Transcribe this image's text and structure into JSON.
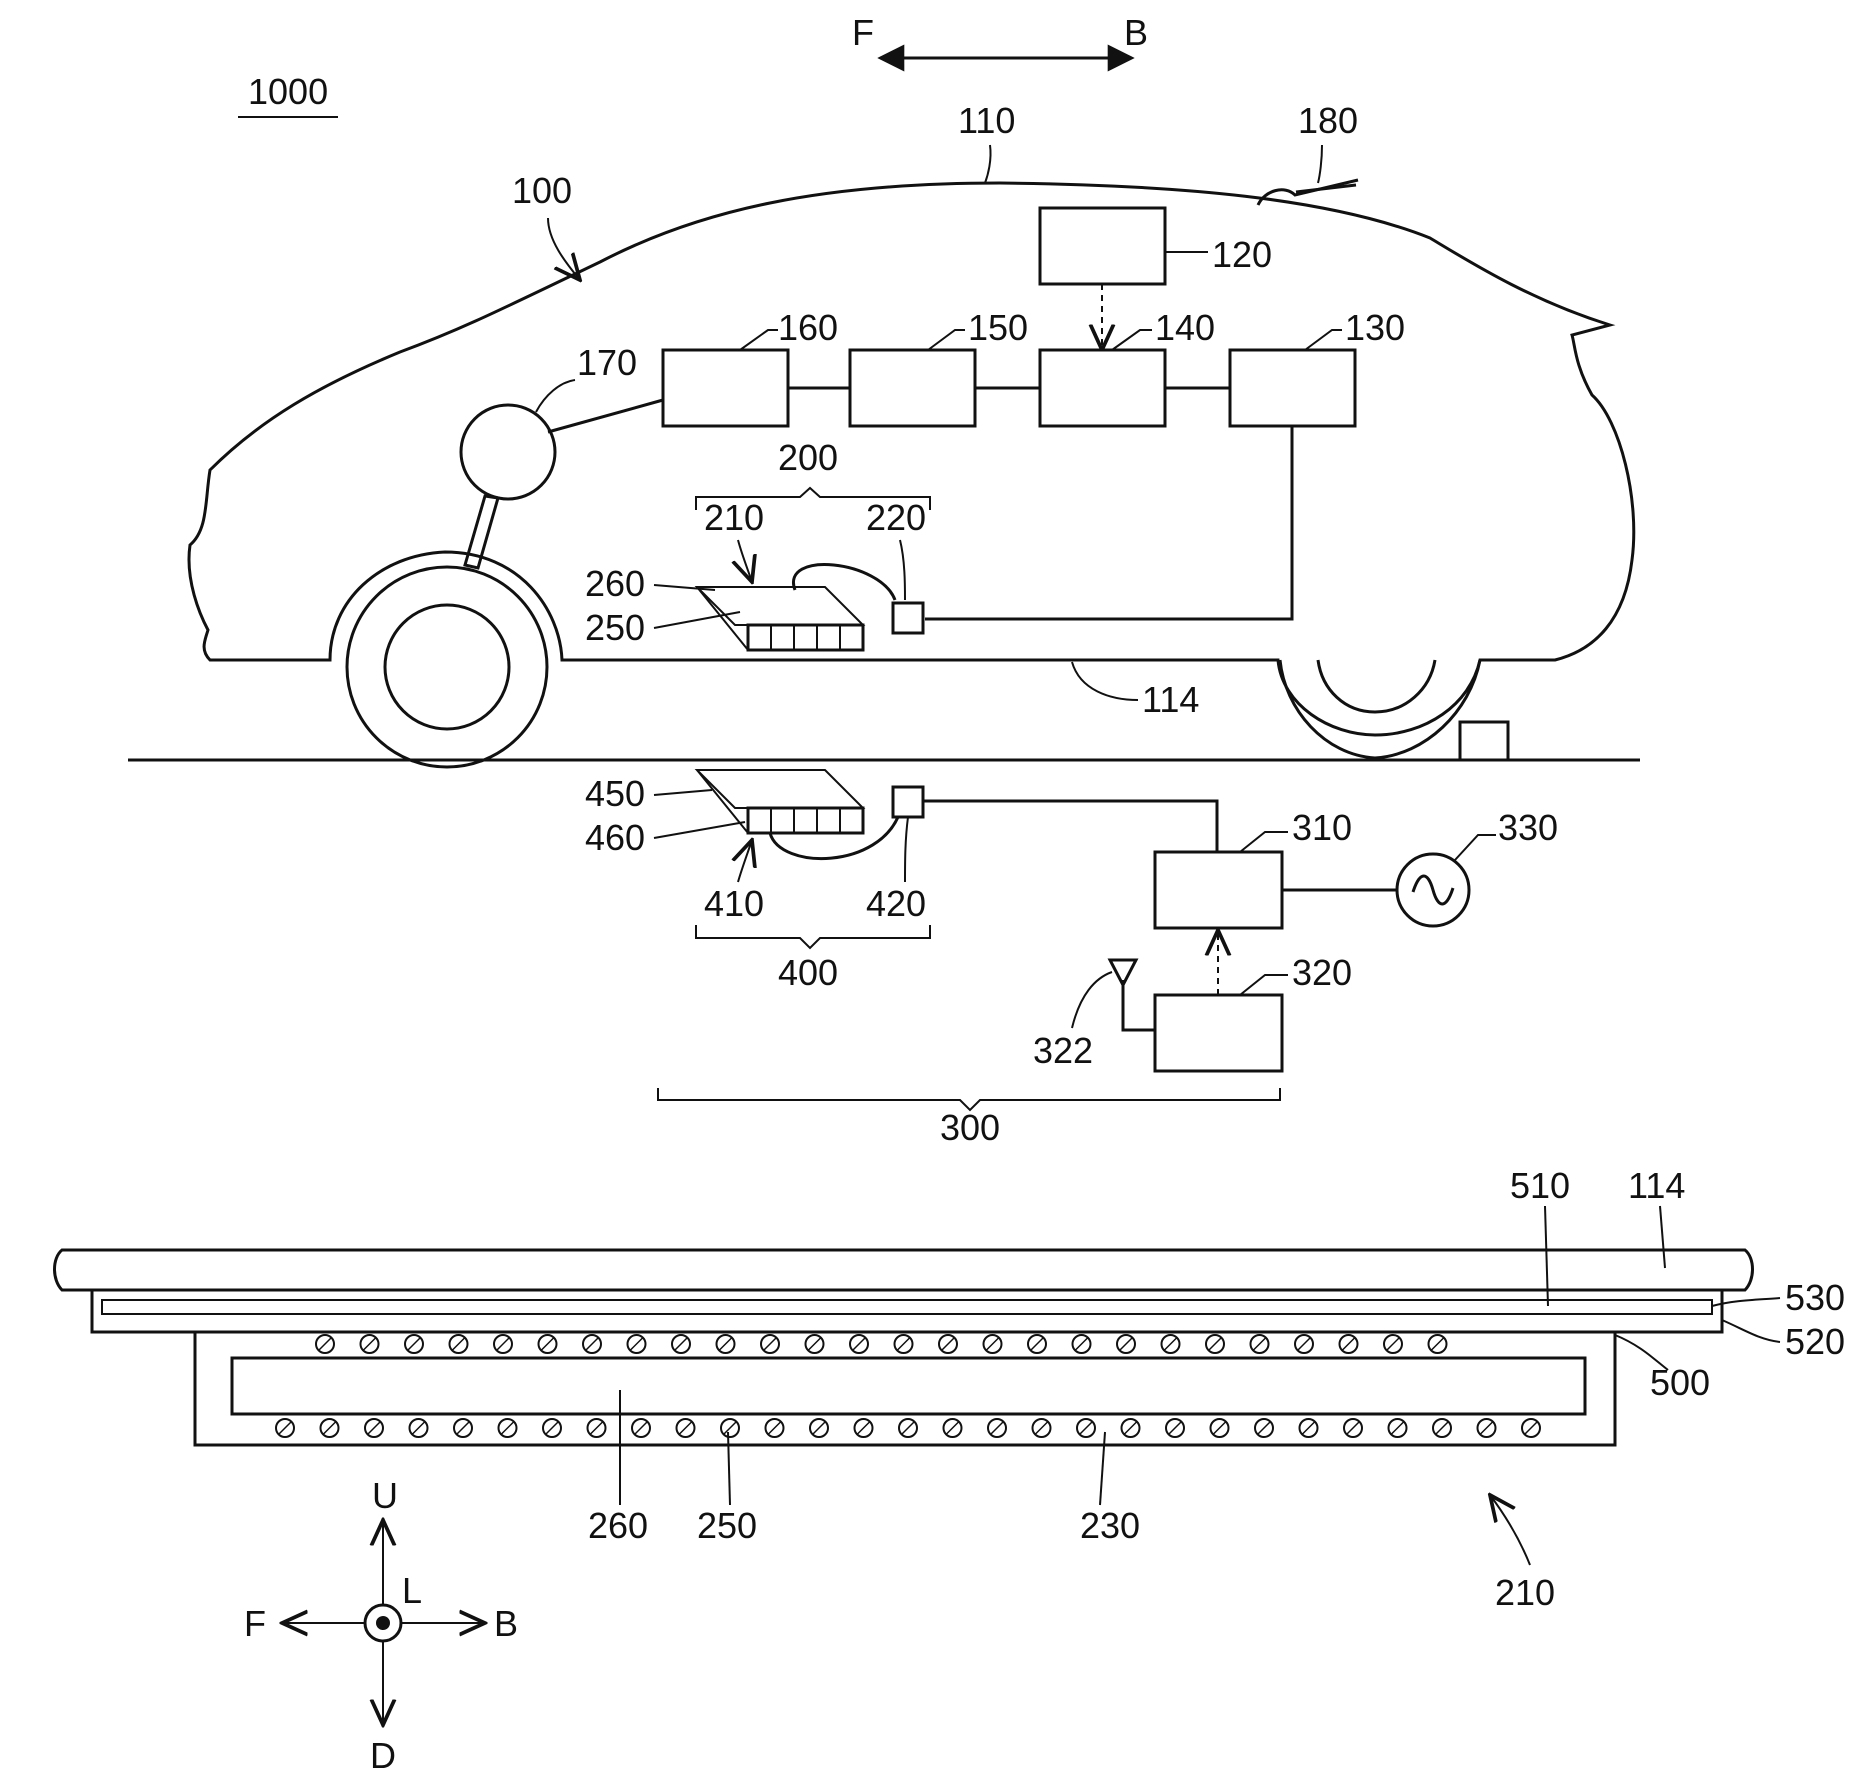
{
  "figure_title": "1000",
  "direction_top": {
    "front": "F",
    "back": "B"
  },
  "vehicle": {
    "id": "100",
    "body": "110",
    "floor": "114",
    "antenna": "180",
    "unit_120": "120",
    "unit_130": "130",
    "unit_140": "140",
    "unit_150": "150",
    "unit_160": "160",
    "motor": "170"
  },
  "power_receiving": {
    "group": "200",
    "coil_device": "210",
    "unit": "220",
    "core": "260",
    "coil": "250"
  },
  "ground_coil": {
    "group": "400",
    "coil_device": "410",
    "unit": "420",
    "core": "450",
    "coil": "460"
  },
  "ground_station": {
    "group": "300",
    "unit_310": "310",
    "unit_320": "320",
    "ac_source": "330",
    "antenna": "322"
  },
  "section": {
    "floor": "114",
    "layer_510": "510",
    "layer_530": "530",
    "layer_520": "520",
    "case": "500",
    "core": "260",
    "coil": "250",
    "insulator": "230",
    "device": "210"
  },
  "axes": {
    "up": "U",
    "down": "D",
    "front": "F",
    "back": "B",
    "left": "L"
  }
}
